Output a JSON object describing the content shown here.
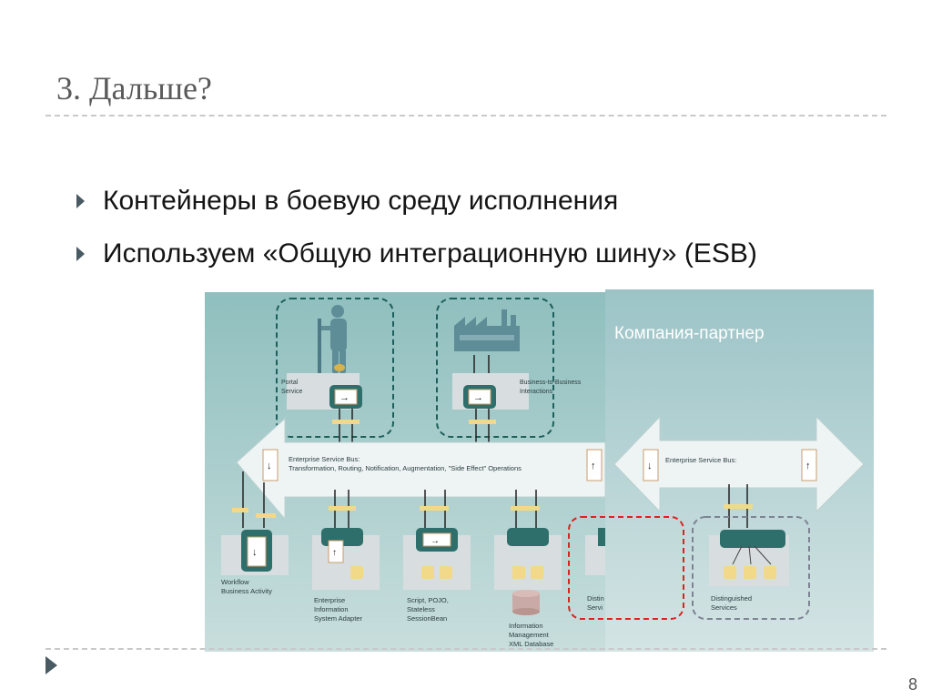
{
  "slide": {
    "title": "3. Дальше?",
    "page_number": "8"
  },
  "bullets": [
    "Контейнеры в боевую среду исполнения",
    "Используем «Общую интеграционную шину» (ESB)"
  ],
  "diagram": {
    "partner_label": "Компания-партнер",
    "left_bus": {
      "line1": "Enterprise Service Bus:",
      "line2": "Transformation, Routing, Notification, Augmentation, \"Side Effect\" Operations"
    },
    "right_bus": {
      "line1": "Enterprise Service Bus:"
    },
    "portal": [
      "Portal",
      "Service"
    ],
    "b2b": [
      "Business-to-Business",
      "Interactions"
    ],
    "workflow": [
      "Workflow",
      "Business Activity"
    ],
    "eis": [
      "Enterprise",
      "Information",
      "System Adapter"
    ],
    "script": [
      "Script, POJO,",
      "Stateless",
      "SessionBean"
    ],
    "info_mgmt": [
      "Information",
      "Management",
      "XML Database"
    ],
    "distinguished_left": [
      "Distin",
      "Servi"
    ],
    "distinguished_right": [
      "Distinguished",
      "Services"
    ],
    "colors": {
      "panel": "#a9cccd",
      "bus": "#eef4f4",
      "teal_dashed": "#1d5f5c",
      "red_dashed": "#e02020",
      "gray_dashed": "#7d8392",
      "container": "#2f6f6b",
      "yellow": "#f2d98a"
    }
  }
}
